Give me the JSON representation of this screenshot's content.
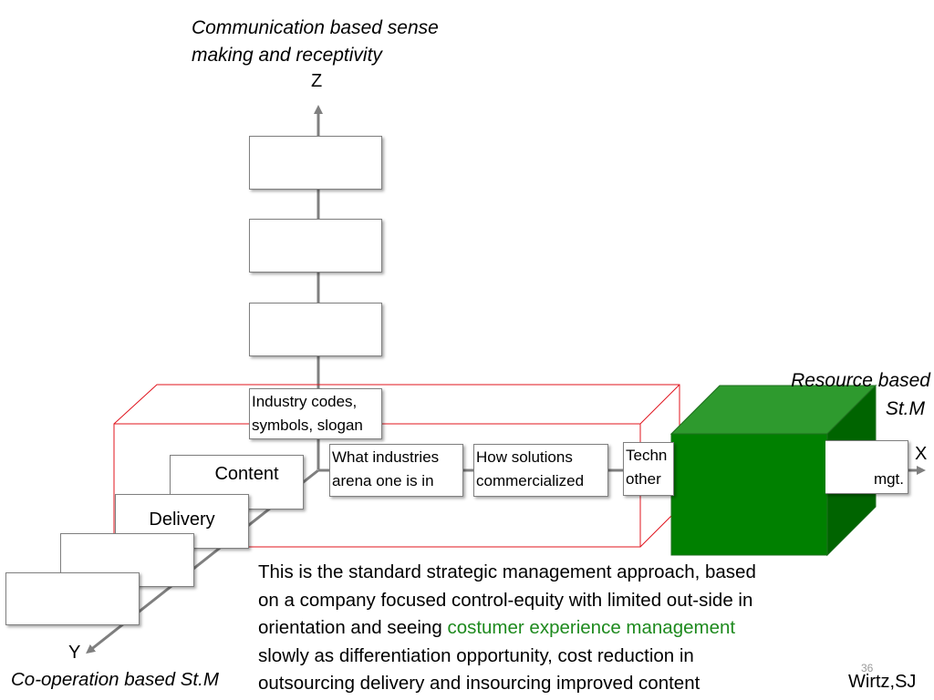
{
  "axes": {
    "z_caption_line1": "Communication based sense",
    "z_caption_line2": "making and receptivity",
    "z_letter": "Z",
    "x_caption_line1": "Resource based",
    "x_caption_line2": "St.M",
    "x_letter": "X",
    "y_letter": "Y",
    "y_caption": "Co-operation based St.M"
  },
  "boxes": {
    "industry_line1": "Industry codes,",
    "industry_line2": "symbols, slogan",
    "what_line1": "What industries",
    "what_line2": "arena one is in",
    "how_line1": "How solutions",
    "how_line2": "commercialized",
    "tech_line1": "Techn",
    "tech_line2": "other",
    "mgt_text": "mgt.",
    "content": "Content",
    "delivery": "Delivery"
  },
  "body": {
    "line1": "This is the standard strategic management approach, based",
    "line2": "on a company focused control-equity with limited out-side in",
    "line3_before": "orientation and seeing ",
    "line3_highlight": "costumer experience management",
    "line4": "slowly as differentiation opportunity, cost reduction in",
    "line5": "outsourcing delivery and insourcing improved content"
  },
  "footer": {
    "slide_number": "36",
    "author": "Wirtz,SJ"
  },
  "colors": {
    "axis": "#7f7f7f",
    "frame": "#e0141e",
    "cube_front": "#008000",
    "cube_top": "#2e9a2e",
    "cube_side": "#006400",
    "highlight_text": "#1e8a1e"
  }
}
